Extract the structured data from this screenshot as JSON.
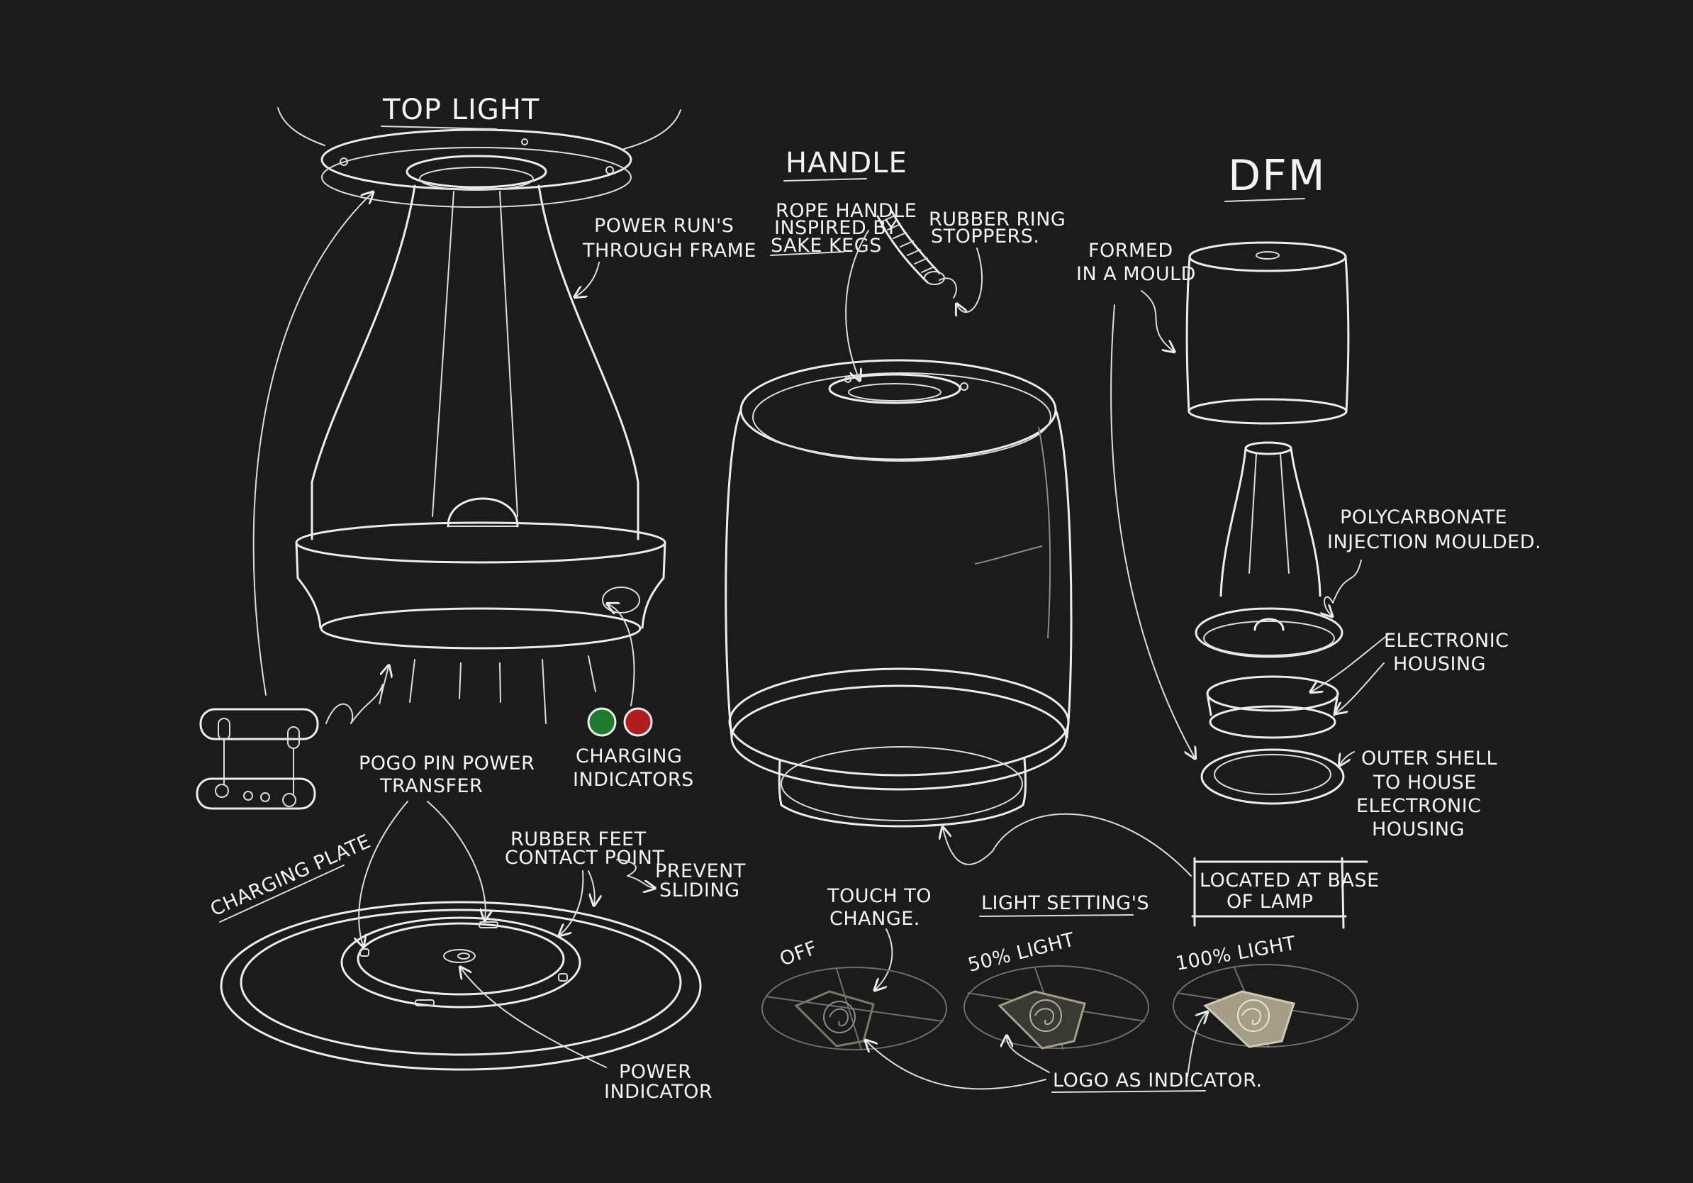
{
  "background_color": "#1b1b1b",
  "stroke_color": "#ececec",
  "indicator_colors": {
    "green": "#1f7a2e",
    "red": "#b11d1d"
  },
  "logo_fill": "#a59d86",
  "labels": {
    "top_light": "TOP LIGHT",
    "power_runs_1": "POWER RUN'S",
    "power_runs_2": "THROUGH FRAME",
    "handle": "HANDLE",
    "rope_1": "ROPE HANDLE",
    "rope_2": "INSPIRED BY",
    "rope_3": "SAKE KEGS",
    "rubber_ring_1": "RUBBER RING",
    "rubber_ring_2": "STOPPERS.",
    "dfm": "DFM",
    "formed_1": "FORMED",
    "formed_2": "IN A MOULD",
    "poly_1": "POLYCARBONATE",
    "poly_2": "INJECTION MOULDED.",
    "electronic_1": "ELECTRONIC",
    "electronic_2": "HOUSING",
    "outer_1": "OUTER SHELL",
    "outer_2": "TO HOUSE",
    "outer_3": "ELECTRONIC",
    "outer_4": "HOUSING",
    "located_1": "LOCATED AT BASE",
    "located_2": "OF LAMP",
    "charging_ind_1": "CHARGING",
    "charging_ind_2": "INDICATORS",
    "pogo_1": "POGO PIN POWER",
    "pogo_2": "TRANSFER",
    "rubber_feet_1": "RUBBER FEET",
    "rubber_feet_2": "CONTACT POINT",
    "prevent_1": "PREVENT",
    "prevent_2": "SLIDING",
    "charging_plate": "CHARGING PLATE",
    "power_ind_1": "POWER",
    "power_ind_2": "INDICATOR",
    "touch_1": "TOUCH TO",
    "touch_2": "CHANGE.",
    "light_settings": "LIGHT SETTING'S",
    "off": "OFF",
    "light_50": "50% LIGHT",
    "light_100": "100% LIGHT",
    "logo_indicator": "LOGO AS INDICATOR."
  }
}
